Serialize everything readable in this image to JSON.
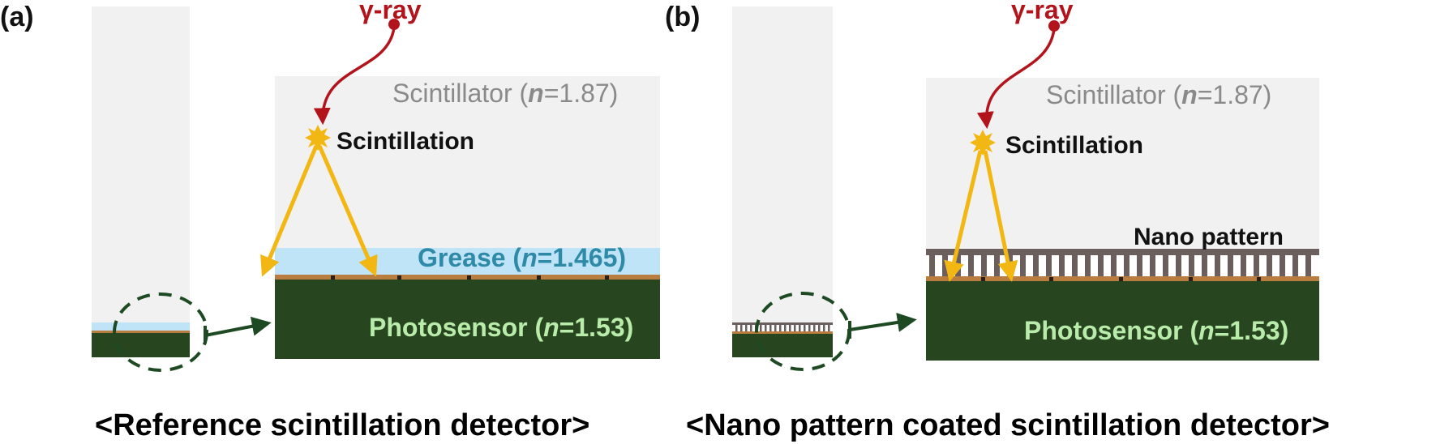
{
  "colors": {
    "scintillator": "#f1f1f1",
    "grease": "#bfe3f7",
    "photosensor": "#27451f",
    "contact_strip": "#b87d3f",
    "nano_pattern": "#6a5f5d",
    "gamma_ray": "#b3141c",
    "light_ray": "#f2b713",
    "zoom_marker": "#1d4a22"
  },
  "panel_a": {
    "letter": "(a)",
    "gamma_label": "γ-ray",
    "scintillator_label": "Scintillator (",
    "scintillator_n": "n",
    "scintillator_value": "=1.87)",
    "event_label": "Scintillation",
    "grease_label": "Grease (",
    "grease_n": "n",
    "grease_value": "=1.465)",
    "photosensor_label": "Photosensor (",
    "photosensor_n": "n",
    "photosensor_value": "=1.53)",
    "caption": "<Reference scintillation detector>"
  },
  "panel_b": {
    "letter": "(b)",
    "gamma_label": "γ-ray",
    "scintillator_label": "Scintillator (",
    "scintillator_n": "n",
    "scintillator_value": "=1.87)",
    "event_label": "Scintillation",
    "nano_label": "Nano pattern",
    "photosensor_label": "Photosensor (",
    "photosensor_n": "n",
    "photosensor_value": "=1.53)",
    "caption": "<Nano pattern coated scintillation detector>"
  }
}
